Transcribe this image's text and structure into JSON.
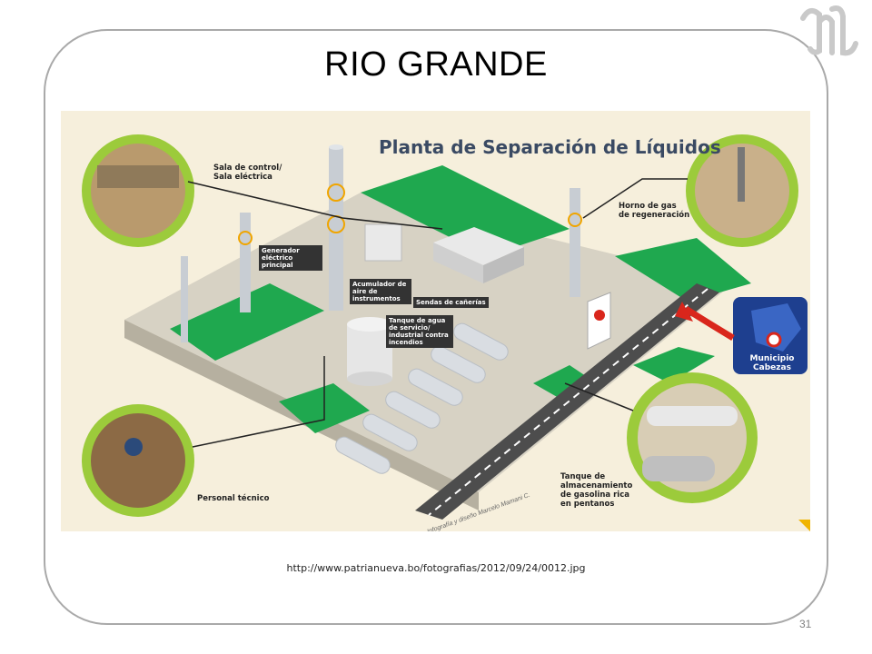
{
  "slide": {
    "title": "RIO GRANDE",
    "source_url": "http://www.patrianueva.bo/fotografias/2012/09/24/0012.jpg",
    "page_number": "31"
  },
  "infographic": {
    "title": "Planta de Separación de Líquidos",
    "callouts": {
      "control_room": "Sala de control/\nSala eléctrica",
      "furnace": "Horno de gas\nde regeneración",
      "staff": "Personal técnico",
      "tank": "Tanque de\nalmacenamiento\nde gasolina rica\nen pentanos"
    },
    "bubbles": {
      "generator": "Generador eléctrico principal",
      "air_accumulator": "Acumulador de aire de instrumentos",
      "pipes": "Sendas de cañerías",
      "water_tank": "Tanque de agua de servicio/ industrial contra incendios"
    },
    "map_label": "Municipio Cabezas",
    "credit": "Infografía y diseño Marcelo Mamani C.",
    "colors": {
      "ground": "#d7d2c4",
      "grass": "#1fa84f",
      "accent_green": "#9ccb3b",
      "map_blue": "#1e3f8f",
      "arrow_red": "#d9261c"
    }
  }
}
